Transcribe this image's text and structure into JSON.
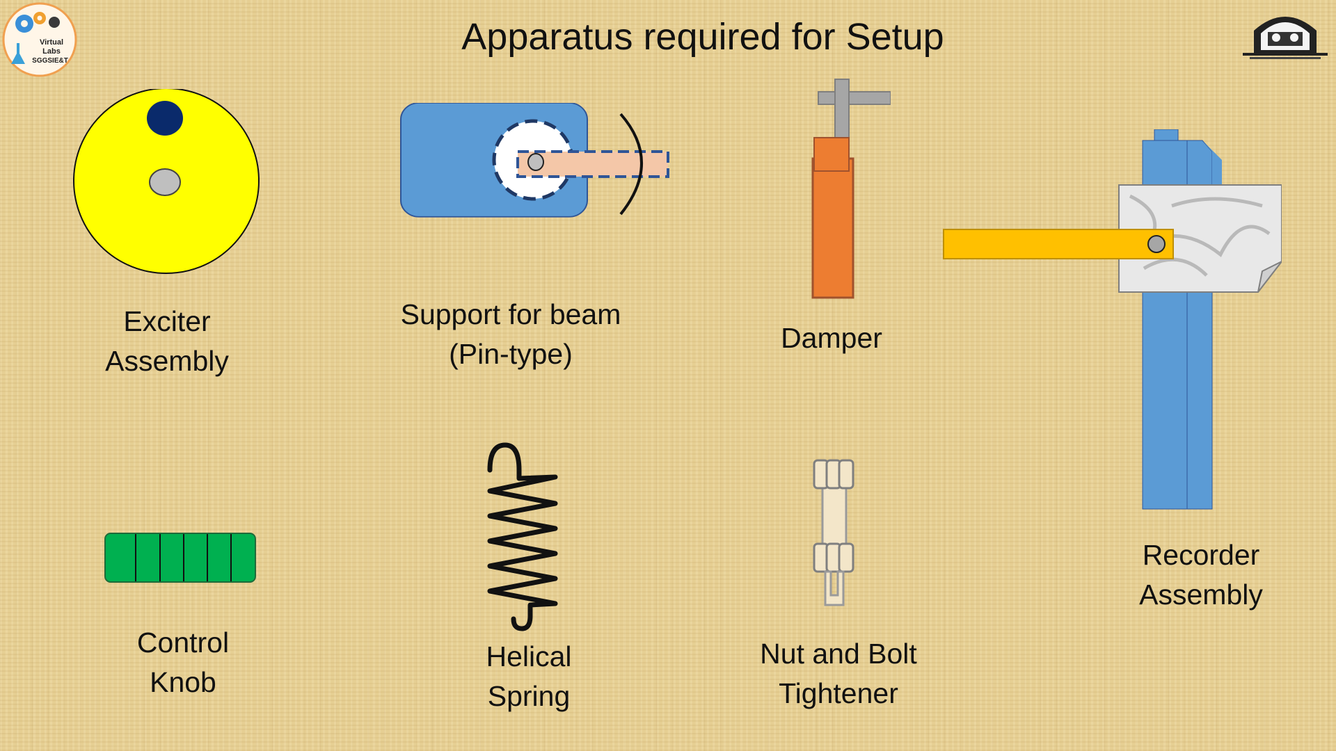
{
  "title": "Apparatus required for Setup",
  "logo_left": {
    "line1": "Virtual",
    "line2": "Labs",
    "line3": "SGGSIE&T"
  },
  "items": {
    "exciter": {
      "line1": "Exciter",
      "line2": "Assembly"
    },
    "support": {
      "line1": "Support for beam",
      "line2": "(Pin-type)"
    },
    "damper": {
      "line1": "Damper"
    },
    "recorder": {
      "line1": "Recorder",
      "line2": "Assembly"
    },
    "control_knob": {
      "line1": "Control",
      "line2": "Knob"
    },
    "spring": {
      "line1": "Helical",
      "line2": "Spring"
    },
    "nut_bolt": {
      "line1": "Nut and Bolt",
      "line2": "Tightener"
    }
  },
  "colors": {
    "exciter_disc": "#ffff00",
    "exciter_hole": "#0a2a6b",
    "support_block": "#5b9bd5",
    "beam": "#f4c7a8",
    "damper_body": "#ed7d31",
    "recorder_body": "#5b9bd5",
    "recorder_arm": "#ffc000",
    "knob": "#00b050"
  }
}
